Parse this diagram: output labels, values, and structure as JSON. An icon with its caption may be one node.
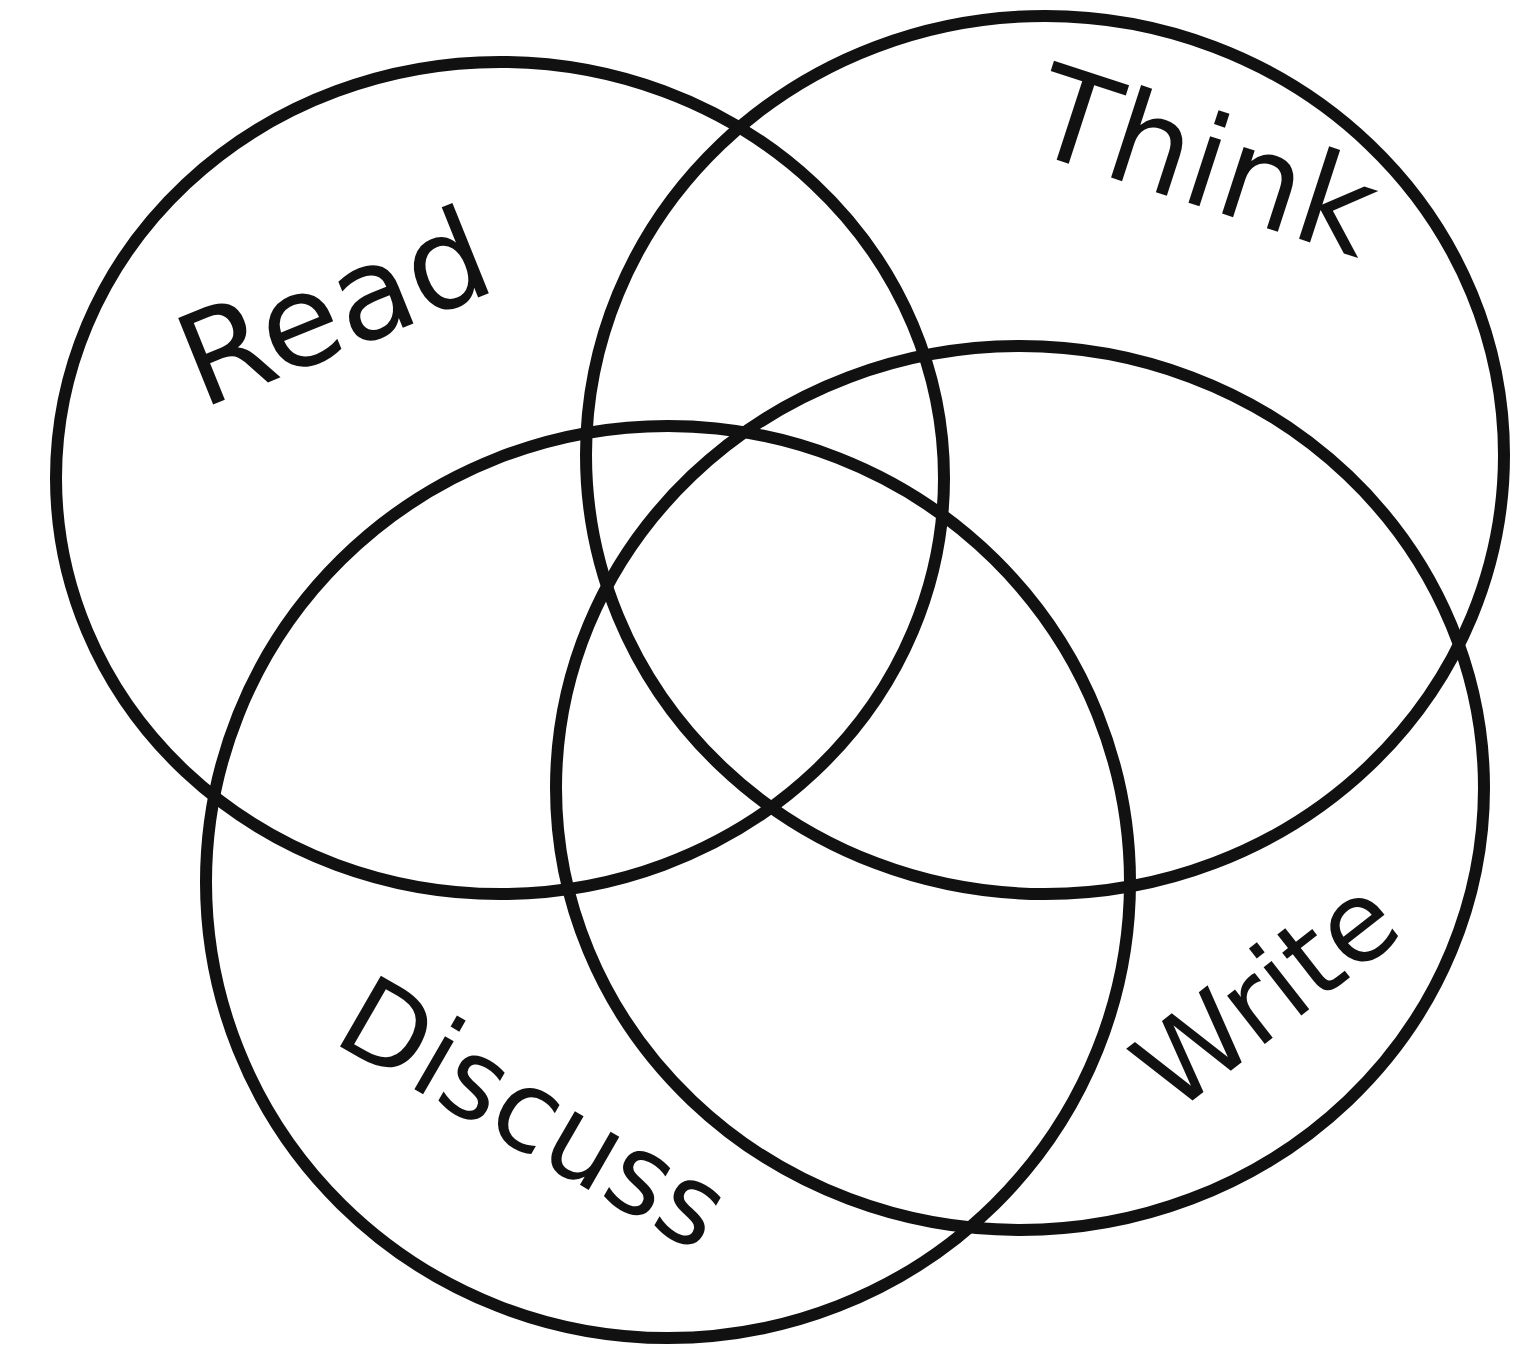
{
  "diagram": {
    "nodes": [
      {
        "text": [
          "Read"
        ]
      },
      {
        "text": [
          "Think"
        ]
      },
      {
        "text": [
          "Discuss"
        ]
      },
      {
        "text": [
          "Write"
        ]
      }
    ]
  }
}
